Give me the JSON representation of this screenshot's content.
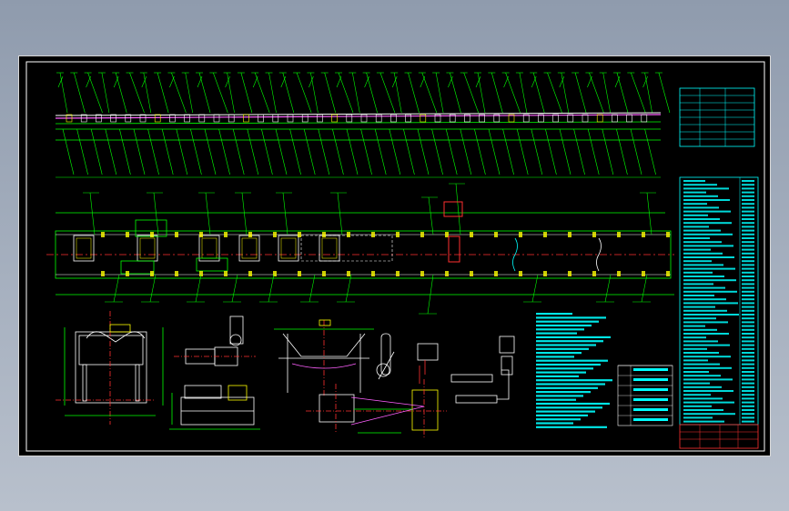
{
  "viewer": {
    "background_color": "#a0abbc",
    "sheet_color": "#000000"
  },
  "drawing": {
    "colors": {
      "frame": "#ffffff",
      "dimension": "#00ff00",
      "leader": "#00ff00",
      "centerline": "#ff3030",
      "structure": "#ffffff",
      "belt": "#ff60ff",
      "notes": "#00ffff",
      "title_block": "#ff3030",
      "yellow_parts": "#ffff00"
    },
    "views": [
      "overall-elevation",
      "plan-view",
      "head-section",
      "drive-unit",
      "idler-frame",
      "take-up-detail",
      "tension-arrangement",
      "technical-notes",
      "parts-list",
      "title-block"
    ]
  }
}
